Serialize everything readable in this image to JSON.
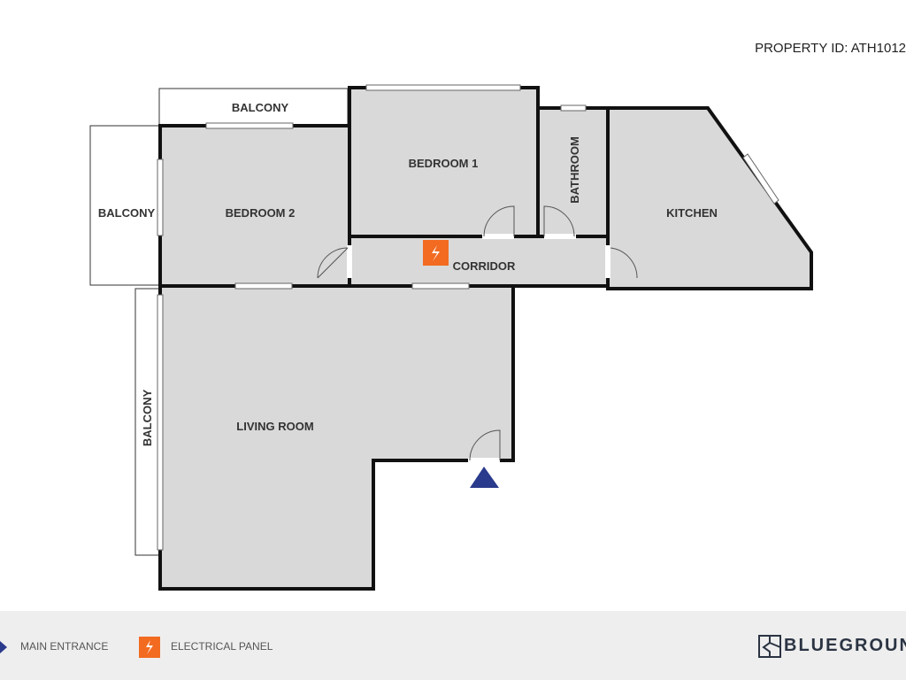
{
  "property_id": "PROPERTY ID: ATH1012",
  "rooms": {
    "balcony_top": "BALCONY",
    "balcony_left": "BALCONY",
    "balcony_lower": "BALCONY",
    "bedroom1": "BEDROOM 1",
    "bedroom2": "BEDROOM 2",
    "bathroom": "BATHROOM",
    "kitchen": "KITCHEN",
    "corridor": "CORRIDOR",
    "living_room": "LIVING ROOM"
  },
  "legend": {
    "main_entrance": "MAIN ENTRANCE",
    "electrical_panel": "ELECTRICAL PANEL",
    "brand": "BLUEGROUND"
  },
  "colors": {
    "floor": "#d9d9d9",
    "wall": "#111111",
    "entrance": "#2a3a8c",
    "electrical": "#f26b21"
  }
}
